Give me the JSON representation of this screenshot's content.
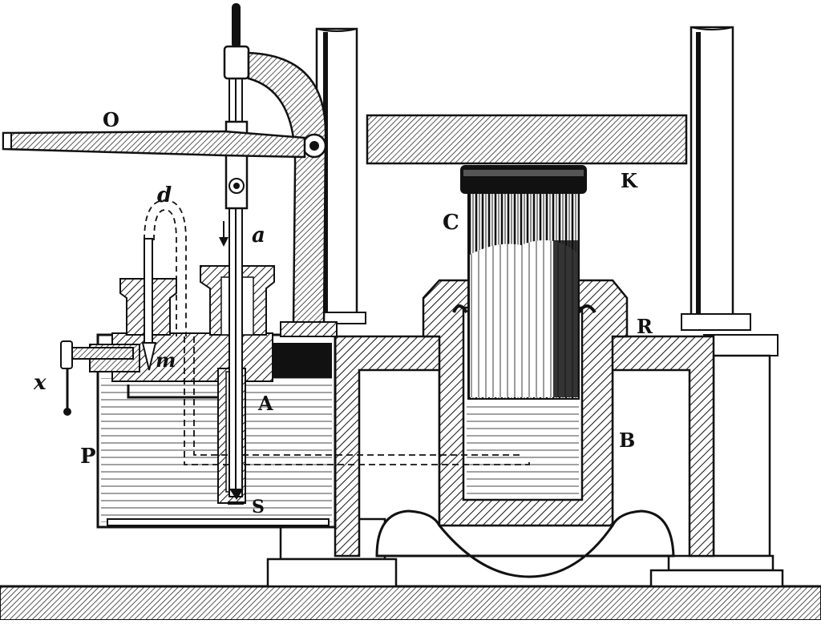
{
  "labels": {
    "O": "O",
    "d": "d",
    "a": "a",
    "C": "C",
    "K": "K",
    "R": "R",
    "x": "x",
    "m": "m",
    "A": "A",
    "P": "P",
    "S": "S",
    "B": "B"
  },
  "colors": {
    "ink": "#111111",
    "paper": "#ffffff"
  }
}
